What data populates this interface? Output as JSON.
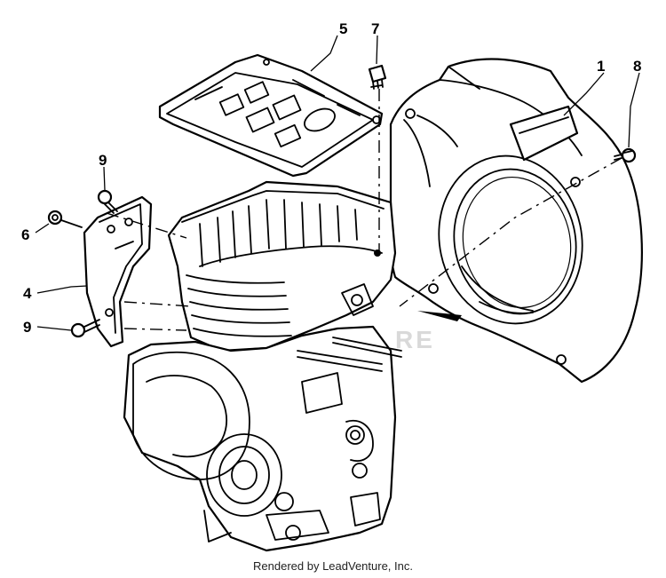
{
  "callouts": {
    "c1": "1",
    "c4": "4",
    "c5": "5",
    "c6": "6",
    "c7": "7",
    "c8": "8",
    "c9_top": "9",
    "c9_bottom": "9"
  },
  "watermark": "RE",
  "footer": "Rendered by LeadVenture, Inc."
}
